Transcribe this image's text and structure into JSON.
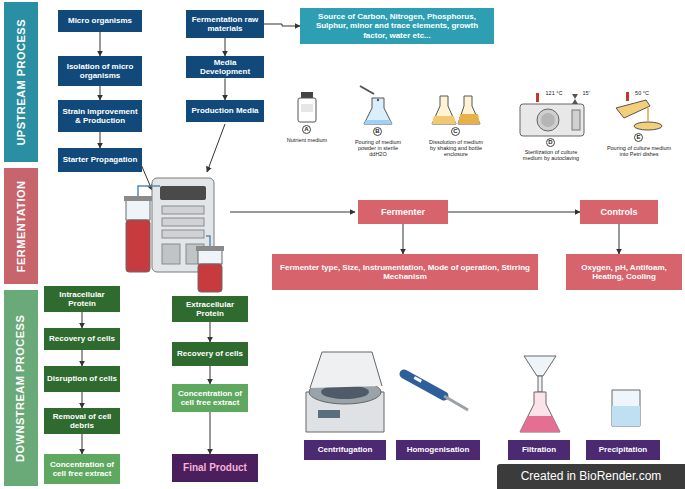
{
  "diagram": {
    "nodes": [
      {
        "text": [
          "UPSTREAM PROCESS"
        ]
      },
      {
        "text": [
          "FERMENTATION"
        ]
      },
      {
        "text": [
          "DOWNSTREAM PROCESS"
        ]
      },
      {
        "text": [
          "Micro organisms"
        ]
      },
      {
        "text": [
          "Isolation of micro organisms"
        ]
      },
      {
        "text": [
          "Strain improvement & Production"
        ]
      },
      {
        "text": [
          "Starter Propagation"
        ]
      },
      {
        "text": [
          "Fermentation raw materials"
        ]
      },
      {
        "text": [
          "Media Development"
        ]
      },
      {
        "text": [
          "Production Media"
        ]
      },
      {
        "text": [
          "Source of Carbon, Nitrogen, Phosphorus, Sulphur, minor and trace elements, growth factor, water etc..."
        ]
      },
      {
        "text": [
          "Fermenter"
        ]
      },
      {
        "text": [
          "Controls"
        ]
      },
      {
        "text": [
          "Fermenter type, Size, Instrumentation, Mode of operation, Stirring Mechanism"
        ]
      },
      {
        "text": [
          "Oxygen, pH, Antifoam, Heating, Cooling"
        ]
      },
      {
        "text": [
          "Intracellular Protein"
        ]
      },
      {
        "text": [
          "Recovery of cells"
        ]
      },
      {
        "text": [
          "Disruption of cells"
        ]
      },
      {
        "text": [
          "Removal of cell debris"
        ]
      },
      {
        "text": [
          "Concentration of cell free extract"
        ]
      },
      {
        "text": [
          "Extracellular Protein"
        ]
      },
      {
        "text": [
          "Recovery of cells"
        ]
      },
      {
        "text": [
          "Concentration of cell free extract"
        ]
      },
      {
        "text": [
          "Final Product"
        ]
      },
      {
        "text": [
          "Centrifugation"
        ]
      },
      {
        "text": [
          "Homogenisation"
        ]
      },
      {
        "text": [
          "Filtration"
        ]
      },
      {
        "text": [
          "Precipitation"
        ]
      }
    ],
    "edges": [
      {
        "from": 3,
        "to": 4,
        "arrow": "to"
      },
      {
        "from": 4,
        "to": 5,
        "arrow": "to"
      },
      {
        "from": 5,
        "to": 6,
        "arrow": "to"
      },
      {
        "from": 7,
        "to": 8,
        "arrow": "to"
      },
      {
        "from": 8,
        "to": 9,
        "arrow": "to"
      },
      {
        "from": 7,
        "to": 10,
        "arrow": "to"
      },
      {
        "from": 11,
        "to": 12,
        "arrow": "to"
      },
      {
        "from": 11,
        "to": 13,
        "arrow": "to"
      },
      {
        "from": 12,
        "to": 14,
        "arrow": "to"
      },
      {
        "from": 15,
        "to": 16,
        "arrow": "to"
      },
      {
        "from": 16,
        "to": 17,
        "arrow": "to"
      },
      {
        "from": 17,
        "to": 18,
        "arrow": "to"
      },
      {
        "from": 18,
        "to": 19,
        "arrow": "to"
      },
      {
        "from": 20,
        "to": 21,
        "arrow": "to"
      },
      {
        "from": 21,
        "to": 22,
        "arrow": "to"
      },
      {
        "from": 22,
        "to": 23,
        "arrow": "to"
      }
    ],
    "labels": [
      "A",
      "Nutrient medium",
      "B",
      "Pouring of medium powder in sterile ddH2O",
      "C",
      "Dissolution of medium by shaking and bottle enclosure",
      "D",
      "Sterilization of culture medium by autoclaving",
      "E",
      "Pouring of culture medium into Petri dishes",
      "121 °C",
      "15'",
      "50 °C",
      "Created in BioRender.com"
    ]
  }
}
